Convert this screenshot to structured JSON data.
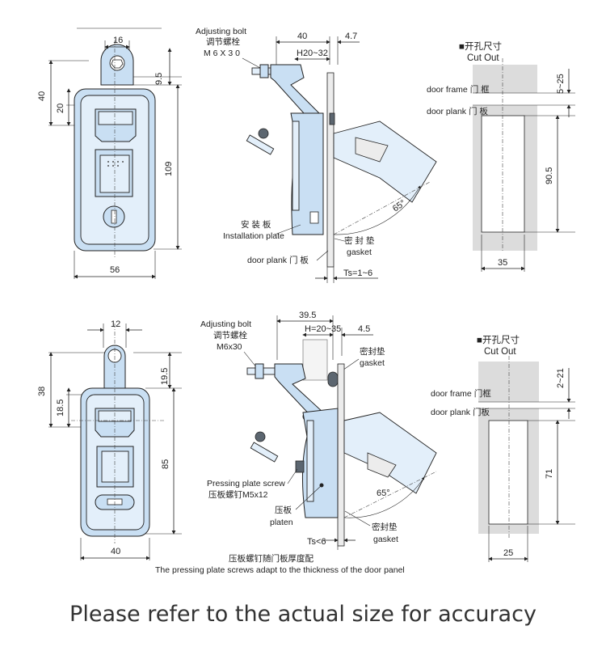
{
  "top": {
    "front": {
      "dim_top": "16",
      "dim_left_outer": "40",
      "dim_left_inner": "20",
      "dim_ring": "9.5",
      "dim_height": "109",
      "dim_width": "56"
    },
    "side": {
      "adjusting_bolt_en": "Adjusting bolt",
      "adjusting_bolt_cn": "调节螺栓",
      "bolt_size": "M 6 X 3 0",
      "dim_40": "40",
      "dim_4_7": "4.7",
      "dim_h": "H20~32",
      "angle": "65°",
      "installation_plate_cn": "安 装 板",
      "installation_plate_en": "Installation plate",
      "door_plank": "door plank 门 板",
      "gasket_cn": "密 封 垫",
      "gasket_en": "gasket",
      "ts": "Ts=1~6"
    },
    "cutout": {
      "title_cn": "■开孔尺寸",
      "title_en": "Cut Out",
      "door_frame": "door frame 门 框",
      "door_plank": "door plank 门 板",
      "dim_frame": "5~25",
      "dim_height": "90.5",
      "dim_width": "35"
    }
  },
  "bottom": {
    "front": {
      "dim_top": "12",
      "dim_left_outer": "38",
      "dim_left_inner": "18.5",
      "dim_ring": "19.5",
      "dim_height": "85",
      "dim_width": "40"
    },
    "side": {
      "adjusting_bolt_en": "Adjusting bolt",
      "adjusting_bolt_cn": "调节螺栓",
      "bolt_size": "M6x30",
      "dim_39_5": "39.5",
      "dim_h": "H=20~35",
      "dim_4_5": "4.5",
      "gasket_top_cn": "密封垫",
      "gasket_top_en": "gasket",
      "pressing_screw_en": "Pressing plate screw",
      "pressing_screw_cn": "压板螺钉M5x12",
      "platen_cn": "压板",
      "platen_en": "platen",
      "angle": "65°",
      "gasket_cn": "密封垫",
      "gasket_en": "gasket",
      "ts": "Ts<6",
      "note_cn": "压板螺钉随门板厚度配",
      "note_en": "The pressing plate screws adapt to the thickness of the door panel"
    },
    "cutout": {
      "title_cn": "■开孔尺寸",
      "title_en": "Cut Out",
      "door_frame": "door frame 门框",
      "door_plank": "door plank 门板",
      "dim_frame": "2~21",
      "dim_height": "71",
      "dim_width": "25"
    }
  },
  "footer": "Please refer to the actual size for accuracy"
}
